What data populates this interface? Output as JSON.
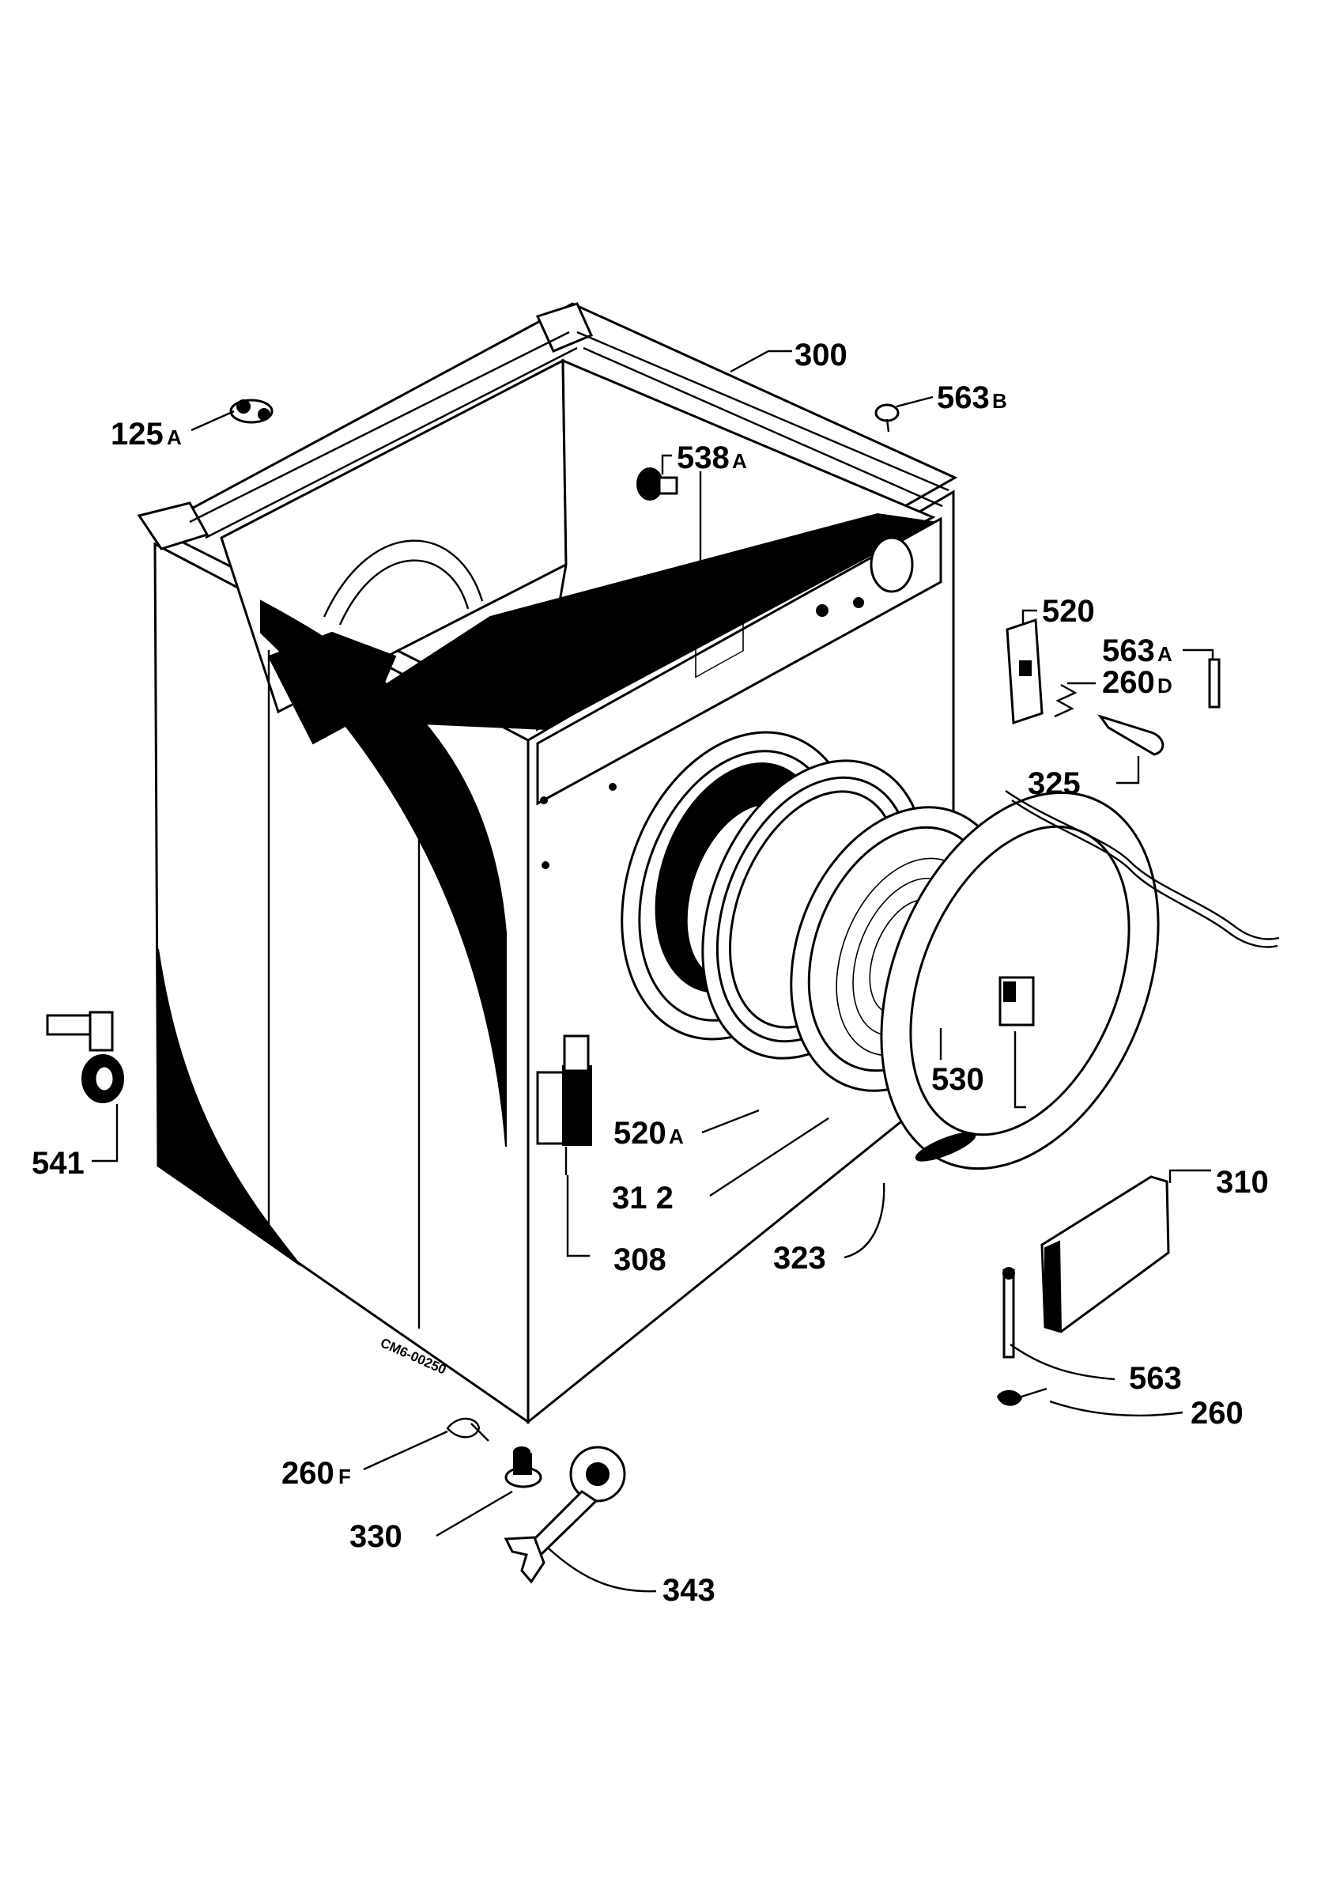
{
  "diagram": {
    "watermark": "CM6-00250",
    "colors": {
      "ink": "#000000",
      "paper": "#ffffff"
    },
    "labels": [
      {
        "id": "300",
        "num": "300",
        "suffix": ""
      },
      {
        "id": "563b",
        "num": "563",
        "suffix": "B"
      },
      {
        "id": "125a",
        "num": "125",
        "suffix": "A"
      },
      {
        "id": "538a",
        "num": "538",
        "suffix": "A"
      },
      {
        "id": "520",
        "num": "520",
        "suffix": ""
      },
      {
        "id": "563a",
        "num": "563",
        "suffix": "A"
      },
      {
        "id": "260d",
        "num": "260",
        "suffix": "D"
      },
      {
        "id": "325",
        "num": "325",
        "suffix": ""
      },
      {
        "id": "530",
        "num": "530",
        "suffix": ""
      },
      {
        "id": "541",
        "num": "541",
        "suffix": ""
      },
      {
        "id": "520a",
        "num": "520",
        "suffix": "A"
      },
      {
        "id": "312",
        "num": "31 2",
        "suffix": ""
      },
      {
        "id": "310",
        "num": "310",
        "suffix": ""
      },
      {
        "id": "308",
        "num": "308",
        "suffix": ""
      },
      {
        "id": "323",
        "num": "323",
        "suffix": ""
      },
      {
        "id": "563",
        "num": "563",
        "suffix": ""
      },
      {
        "id": "260",
        "num": "260",
        "suffix": ""
      },
      {
        "id": "260f",
        "num": "260",
        "suffix": "F"
      },
      {
        "id": "330",
        "num": "330",
        "suffix": ""
      },
      {
        "id": "343",
        "num": "343",
        "suffix": ""
      }
    ]
  }
}
